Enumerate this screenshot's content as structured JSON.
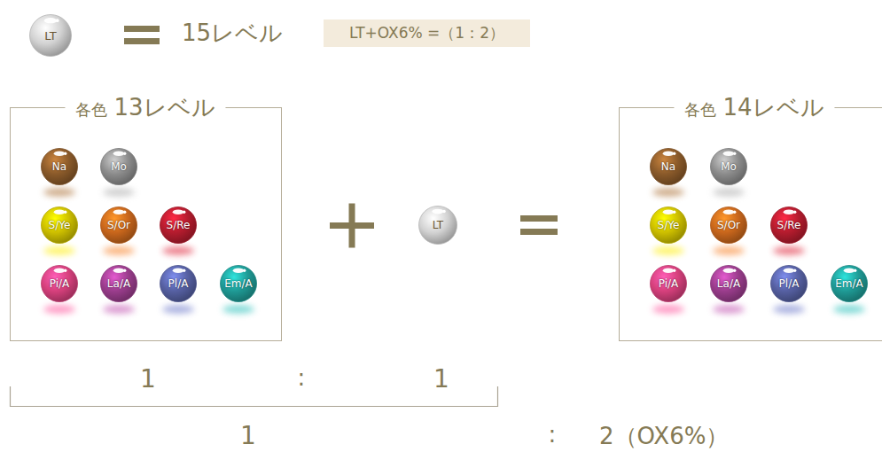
{
  "diagram": {
    "nodes": [
      {
        "text": [
          "LT"
        ]
      },
      {
        "text": [
          "LT+OX6% =（1：2）"
        ]
      },
      {
        "text": [
          "各色",
          "13レベル"
        ]
      },
      {
        "text": [
          "Na"
        ],
        "in": 2
      },
      {
        "text": [
          "Mo"
        ],
        "in": 2
      },
      {
        "text": [
          "S/Ye"
        ],
        "in": 2
      },
      {
        "text": [
          "S/Or"
        ],
        "in": 2
      },
      {
        "text": [
          "S/Re"
        ],
        "in": 2
      },
      {
        "text": [
          "Pi/A"
        ],
        "in": 2
      },
      {
        "text": [
          "La/A"
        ],
        "in": 2
      },
      {
        "text": [
          "Pl/A"
        ],
        "in": 2
      },
      {
        "text": [
          "Em/A"
        ],
        "in": 2
      },
      {
        "text": [
          "LT"
        ]
      },
      {
        "text": [
          "各色",
          "14レベル"
        ]
      },
      {
        "text": [
          "Na"
        ],
        "in": 13
      },
      {
        "text": [
          "Mo"
        ],
        "in": 13
      },
      {
        "text": [
          "S/Ye"
        ],
        "in": 13
      },
      {
        "text": [
          "S/Or"
        ],
        "in": 13
      },
      {
        "text": [
          "S/Re"
        ],
        "in": 13
      },
      {
        "text": [
          "Pi/A"
        ],
        "in": 13
      },
      {
        "text": [
          "La/A"
        ],
        "in": 13
      },
      {
        "text": [
          "Pl/A"
        ],
        "in": 13
      },
      {
        "text": [
          "Em/A"
        ],
        "in": 13
      }
    ],
    "labels": [
      "15レベル",
      "1",
      ":",
      "1",
      "1",
      ":",
      "2（OX6%）"
    ]
  }
}
